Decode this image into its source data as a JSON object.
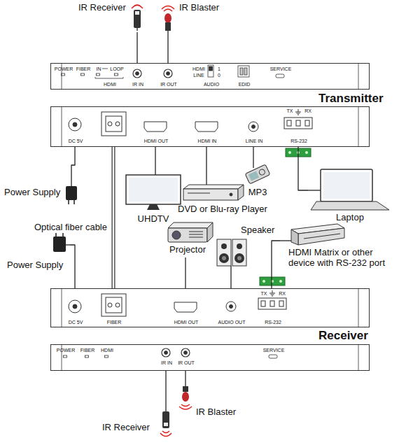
{
  "diagram": {
    "nodes": [
      {
        "text": [
          "IR Receiver"
        ]
      },
      {
        "text": [
          "IR Blaster"
        ]
      },
      {
        "text": [
          "POWER",
          "FIBER",
          "IN",
          "LOOP",
          "HDMI",
          "IR IN",
          "IR OUT",
          "HDMI",
          "LINE",
          "1",
          "0",
          "AUDIO",
          "EDID",
          "SERVICE"
        ]
      },
      {
        "text": [
          "DC 5V",
          "HDMI OUT",
          "HDMI IN",
          "LINE IN",
          "TX",
          "RX",
          "RS-232"
        ]
      },
      {
        "text": [
          "Power Supply"
        ]
      },
      {
        "text": [
          "UHDTV"
        ]
      },
      {
        "text": [
          "DVD or Blu-ray Player"
        ]
      },
      {
        "text": [
          "MP3"
        ]
      },
      {
        "text": [
          "Laptop"
        ]
      },
      {
        "text": [
          "Power Supply"
        ]
      },
      {
        "text": [
          "Projector"
        ]
      },
      {
        "text": [
          "Speaker"
        ]
      },
      {
        "text": [
          "HDMI Matrix or other device with RS-232 port"
        ]
      },
      {
        "text": [
          "DC 5V",
          "FIBER",
          "HDMI OUT",
          "AUDIO OUT",
          "TX",
          "RX",
          "RS-232"
        ]
      },
      {
        "text": [
          "POWER",
          "FIBER",
          "HDMI",
          "IR IN",
          "IR OUT",
          "SERVICE"
        ]
      },
      {
        "text": [
          "IR Receiver"
        ]
      },
      {
        "text": [
          "IR Blaster"
        ]
      }
    ],
    "edges": [
      {
        "from": 0,
        "to": 2,
        "arrow": "none"
      },
      {
        "from": 1,
        "to": 2,
        "arrow": "none"
      },
      {
        "from": 3,
        "to": 4,
        "arrow": "none"
      },
      {
        "from": 3,
        "to": 5,
        "arrow": "none"
      },
      {
        "from": 3,
        "to": 6,
        "arrow": "none"
      },
      {
        "from": 3,
        "to": 7,
        "arrow": "none"
      },
      {
        "from": 3,
        "to": 8,
        "arrow": "none"
      },
      {
        "from": 3,
        "to": 13,
        "label": "Optical fiber cable",
        "arrow": "none"
      },
      {
        "from": 9,
        "to": 13,
        "arrow": "none"
      },
      {
        "from": 13,
        "to": 10,
        "arrow": "none"
      },
      {
        "from": 13,
        "to": 11,
        "arrow": "none"
      },
      {
        "from": 13,
        "to": 12,
        "arrow": "none"
      },
      {
        "from": 14,
        "to": 15,
        "arrow": "none"
      },
      {
        "from": 14,
        "to": 16,
        "arrow": "none"
      }
    ],
    "labels": [
      "Transmitter",
      "Receiver"
    ]
  }
}
